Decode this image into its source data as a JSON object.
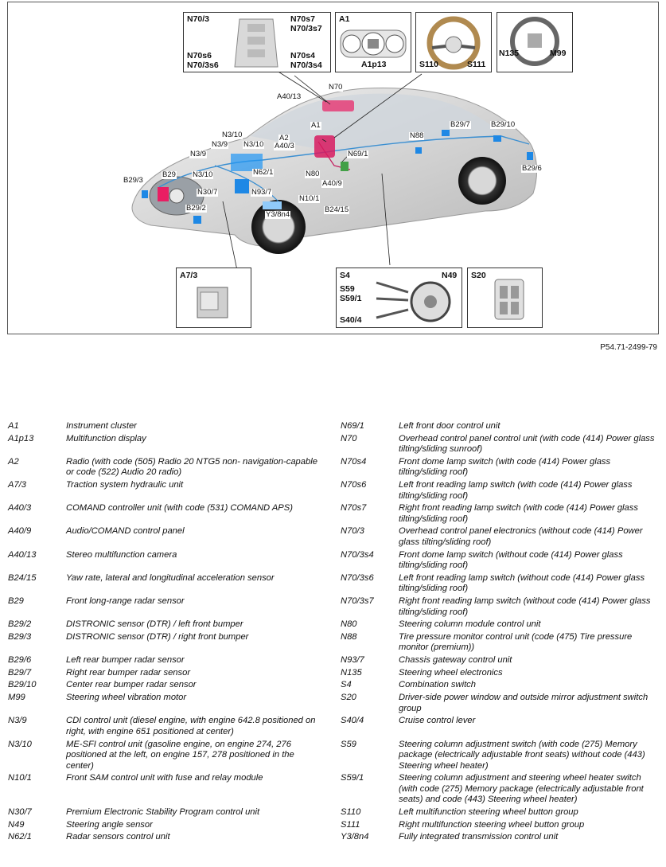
{
  "figure_ref": "P54.71-2499-79",
  "callouts": {
    "a40_13": "A40/13",
    "n70": "N70",
    "a1": "A1",
    "a2": "A2",
    "a40_3": "A40/3",
    "n3_10_a": "N3/10",
    "n3_9_a": "N3/9",
    "n3_10_b": "N3/10",
    "n3_9_b": "N3/9",
    "n3_10_c": "N3/10",
    "n62_1": "N62/1",
    "b29_3": "B29/3",
    "b29": "B29",
    "n30_7": "N30/7",
    "b29_2": "B29/2",
    "n93_7": "N93/7",
    "n10_1": "N10/1",
    "y3_8n4": "Y3/8n4",
    "b24_15": "B24/15",
    "a40_9": "A40/9",
    "n80": "N80",
    "n69_1": "N69/1",
    "n88": "N88",
    "b29_7": "B29/7",
    "b29_10": "B29/10",
    "b29_6": "B29/6"
  },
  "insets": {
    "overhead": {
      "n70_3": "N70/3",
      "n70s7": "N70s7",
      "n70_3s7": "N70/3s7",
      "n70s6": "N70s6",
      "n70_3s6": "N70/3s6",
      "n70s4": "N70s4",
      "n70_3s4": "N70/3s4"
    },
    "cluster": {
      "a1": "A1",
      "a1p13": "A1p13"
    },
    "wheel": {
      "s110": "S110",
      "s111": "S111"
    },
    "wheel_rear": {
      "n135": "N135",
      "m99": "M99"
    },
    "hydraulic": {
      "a7_3": "A7/3"
    },
    "column": {
      "s4": "S4",
      "s59": "S59",
      "s59_1": "S59/1",
      "s40_4": "S40/4",
      "n49": "N49"
    },
    "window_switch": {
      "s20": "S20"
    }
  },
  "legend_left": [
    {
      "code": "A1",
      "desc": "Instrument cluster"
    },
    {
      "code": "A1p13",
      "desc": "Multifunction display"
    },
    {
      "code": "A2",
      "desc": "Radio (with code (505) Radio 20 NTG5 non- navigation-capable or code (522) Audio 20 radio)"
    },
    {
      "code": "A7/3",
      "desc": "Traction system hydraulic unit"
    },
    {
      "code": "A40/3",
      "desc": "COMAND controller unit (with code (531) COMAND APS)"
    },
    {
      "code": "A40/9",
      "desc": "Audio/COMAND control panel"
    },
    {
      "code": "A40/13",
      "desc": "Stereo multifunction camera"
    },
    {
      "code": "B24/15",
      "desc": "Yaw rate, lateral and longitudinal acceleration sensor"
    },
    {
      "code": "B29",
      "desc": "Front long-range radar sensor"
    },
    {
      "code": "B29/2",
      "desc": "DISTRONIC sensor (DTR) / left front bumper"
    },
    {
      "code": "B29/3",
      "desc": "DISTRONIC sensor (DTR) / right front bumper"
    },
    {
      "code": "B29/6",
      "desc": "Left rear bumper radar sensor"
    },
    {
      "code": "B29/7",
      "desc": "Right rear bumper radar sensor"
    },
    {
      "code": "B29/10",
      "desc": "Center rear bumper radar sensor"
    },
    {
      "code": "M99",
      "desc": "Steering wheel vibration motor"
    },
    {
      "code": "N3/9",
      "desc": "CDI control unit (diesel engine, with engine 642.8 positioned on right, with engine 651 positioned at center)"
    },
    {
      "code": "N3/10",
      "desc": "ME-SFI control unit (gasoline engine, on engine 274, 276 positioned at the left, on engine 157, 278 positioned in the center)"
    },
    {
      "code": "N10/1",
      "desc": "Front SAM control unit with fuse and relay module"
    },
    {
      "code": "N30/7",
      "desc": "Premium Electronic Stability Program control unit"
    },
    {
      "code": "N49",
      "desc": "Steering angle sensor"
    },
    {
      "code": "N62/1",
      "desc": "Radar sensors control unit"
    }
  ],
  "legend_right": [
    {
      "code": "N69/1",
      "desc": "Left front door control unit"
    },
    {
      "code": "N70",
      "desc": "Overhead control panel control unit (with code (414) Power glass tilting/sliding sunroof)"
    },
    {
      "code": "N70s4",
      "desc": "Front dome lamp switch (with code (414) Power glass tilting/sliding roof)"
    },
    {
      "code": "N70s6",
      "desc": "Left front reading lamp switch (with code (414) Power glass tilting/sliding roof)"
    },
    {
      "code": "N70s7",
      "desc": "Right front reading lamp switch (with code (414) Power glass tilting/sliding roof)"
    },
    {
      "code": "N70/3",
      "desc": "Overhead control panel electronics (without code (414) Power glass tilting/sliding roof)"
    },
    {
      "code": "N70/3s4",
      "desc": "Front dome lamp switch (without code (414) Power glass tilting/sliding roof)"
    },
    {
      "code": "N70/3s6",
      "desc": "Left front reading lamp switch (without code (414) Power glass tilting/sliding roof)"
    },
    {
      "code": "N70/3s7",
      "desc": "Right front reading lamp switch (without code (414) Power glass tilting/sliding roof)"
    },
    {
      "code": "N80",
      "desc": "Steering column module control unit"
    },
    {
      "code": "N88",
      "desc": "Tire pressure monitor control unit (code (475) Tire pressure monitor (premium))"
    },
    {
      "code": "N93/7",
      "desc": "Chassis gateway control unit"
    },
    {
      "code": "N135",
      "desc": "Steering wheel electronics"
    },
    {
      "code": "S4",
      "desc": "Combination switch"
    },
    {
      "code": "S20",
      "desc": "Driver-side power window and outside mirror adjustment switch group"
    },
    {
      "code": "S40/4",
      "desc": "Cruise control lever"
    },
    {
      "code": "S59",
      "desc": "Steering column adjustment switch (with code (275) Memory package (electrically adjustable front seats) without code (443) Steering wheel heater)"
    },
    {
      "code": "S59/1",
      "desc": "Steering column adjustment and steering wheel heater switch (with code (275) Memory package (electrically adjustable front seats) and code (443) Steering wheel heater)"
    },
    {
      "code": "S110",
      "desc": "Left multifunction steering wheel button group"
    },
    {
      "code": "S111",
      "desc": "Right multifunction steering wheel button group"
    },
    {
      "code": "Y3/8n4",
      "desc": "Fully integrated transmission control unit"
    }
  ]
}
